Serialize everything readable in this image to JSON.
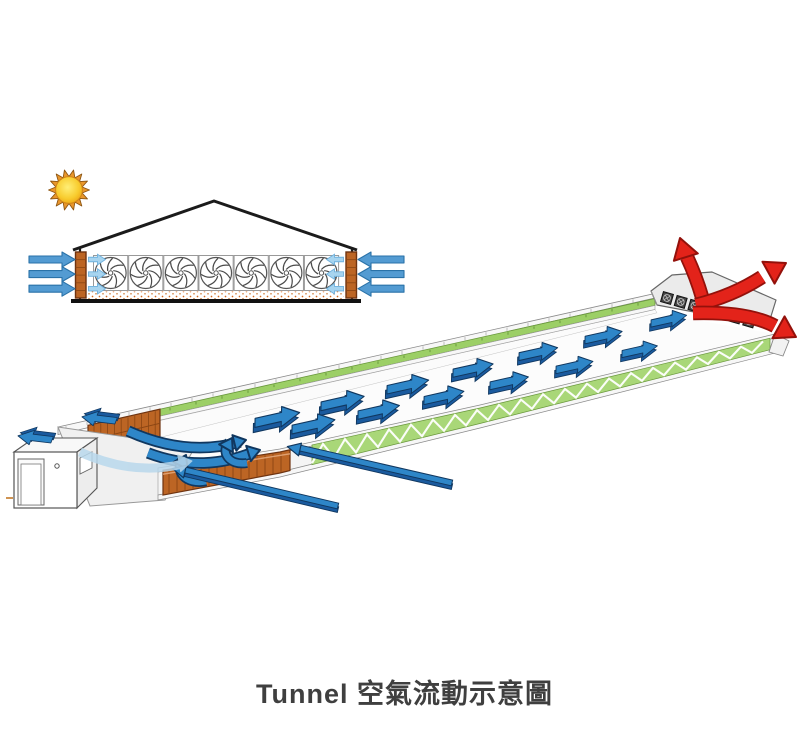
{
  "title": {
    "text": "Tunnel 空氣流動示意圖"
  },
  "palette": {
    "flow_blue_top": "#2e86c8",
    "flow_blue_side": "#1a5a9e",
    "flow_blue_outline": "#10375f",
    "inflow_blue": "#539bd2",
    "inflow_blue_dark": "#2a72a8",
    "inner_blue": "#a7d4ef",
    "inner_blue_dark": "#6fb1dd",
    "soft_blue": "#b9d8ec",
    "exhaust_red": "#e3231a",
    "exhaust_red_dark": "#93110b",
    "pad_orange": "#bc6524",
    "pad_orange_dark": "#6e3310",
    "pad_line": "#8a4513",
    "curtain_green": "#9ccf66",
    "curtain_green_dark": "#69973c",
    "truss_green": "#a9d778",
    "structure_gray": "#f1f1f1",
    "outline_gray": "#8a8a8a",
    "dark_line": "#1b1b1b",
    "sun_ray": "#e9962c",
    "sun_ray_dark": "#8c5512",
    "title_color": "#3f3f3f"
  },
  "cross_section": {
    "fan_count": 7,
    "inflow_arrows_per_side": 3,
    "inner_arrows_per_side": 3,
    "cooling_pad_count": 2
  },
  "tunnel_view": {
    "upper_flow_arrow_count": 7,
    "lower_flow_arrow_count": 6,
    "exhaust_fan_count": 7,
    "exhaust_arrow_count": 3,
    "inlet_rod_arrow_count": 2,
    "outside_inlet_arrow_count": 2,
    "curved_inlet_arrow_count": 4
  },
  "icons": [
    "sun-icon",
    "fan-icon",
    "exhaust-fan-icon",
    "airflow-arrow-icon",
    "inflow-arrow-icon",
    "exhaust-arrow-icon",
    "inlet-rod-arrow-icon",
    "curved-inflow-arrow-icon",
    "cooling-pad",
    "curtain-strip"
  ]
}
